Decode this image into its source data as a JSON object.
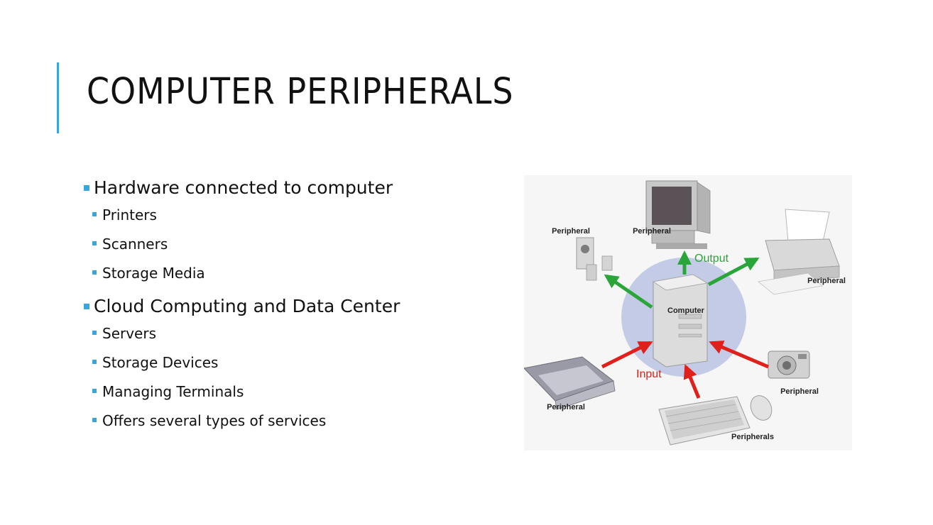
{
  "slide": {
    "title": "COMPUTER PERIPHERALS",
    "accent_color": "#3aa5dc",
    "bullets": [
      {
        "text": "Hardware connected to computer",
        "sub": [
          "Printers",
          "Scanners",
          "Storage Media"
        ]
      },
      {
        "text": "Cloud Computing and Data Center",
        "sub": [
          "Servers",
          "Storage Devices",
          "Managing Terminals",
          "Offers several types of services"
        ]
      }
    ]
  },
  "diagram": {
    "center_label": "Computer",
    "output_label": "Output",
    "input_label": "Input",
    "speakers_label": "Peripheral",
    "monitor_label": "Peripheral",
    "printer_label": "Peripheral",
    "scanner_label": "Peripheral",
    "camera_label": "Peripheral",
    "keyboard_label": "Peripherals",
    "output_color": "#2aa53a",
    "input_color": "#e0201b",
    "circle_color": "#c3cbe6",
    "icons": [
      "monitor-icon",
      "speakers-icon",
      "printer-icon",
      "scanner-icon",
      "camera-icon",
      "keyboard-icon",
      "mouse-icon",
      "computer-tower-icon"
    ]
  }
}
